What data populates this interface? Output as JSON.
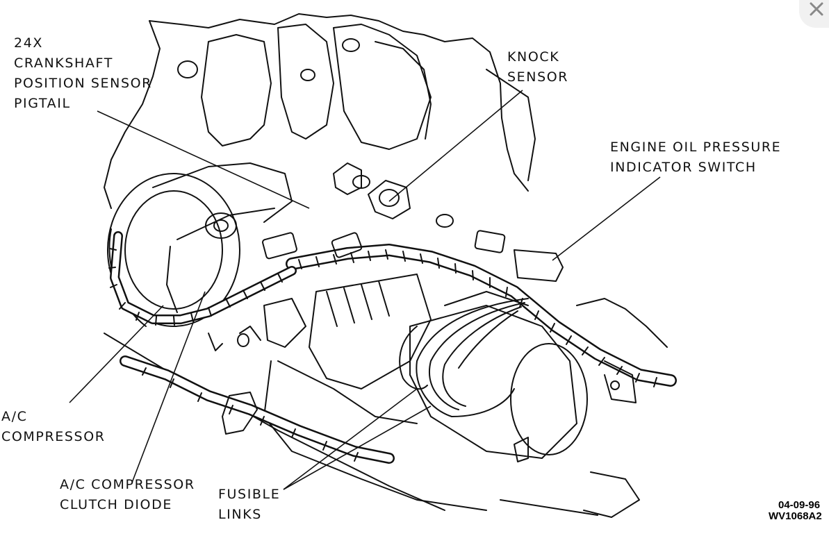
{
  "labels": {
    "crankshaft_sensor": [
      "24X",
      "CRANKSHAFT",
      "POSITION SENSOR",
      "PIGTAIL"
    ],
    "knock_sensor": [
      "KNOCK",
      "SENSOR"
    ],
    "oil_pressure_switch": [
      "ENGINE OIL PRESSURE",
      "INDICATOR SWITCH"
    ],
    "ac_compressor": [
      "A/C",
      "COMPRESSOR"
    ],
    "ac_clutch_diode": [
      "A/C COMPRESSOR",
      "CLUTCH DIODE"
    ],
    "fusible_links": [
      "FUSIBLE",
      "LINKS"
    ]
  },
  "figure_code": [
    "04-09-96",
    "WV1068A2"
  ],
  "close_icon": "close-icon"
}
